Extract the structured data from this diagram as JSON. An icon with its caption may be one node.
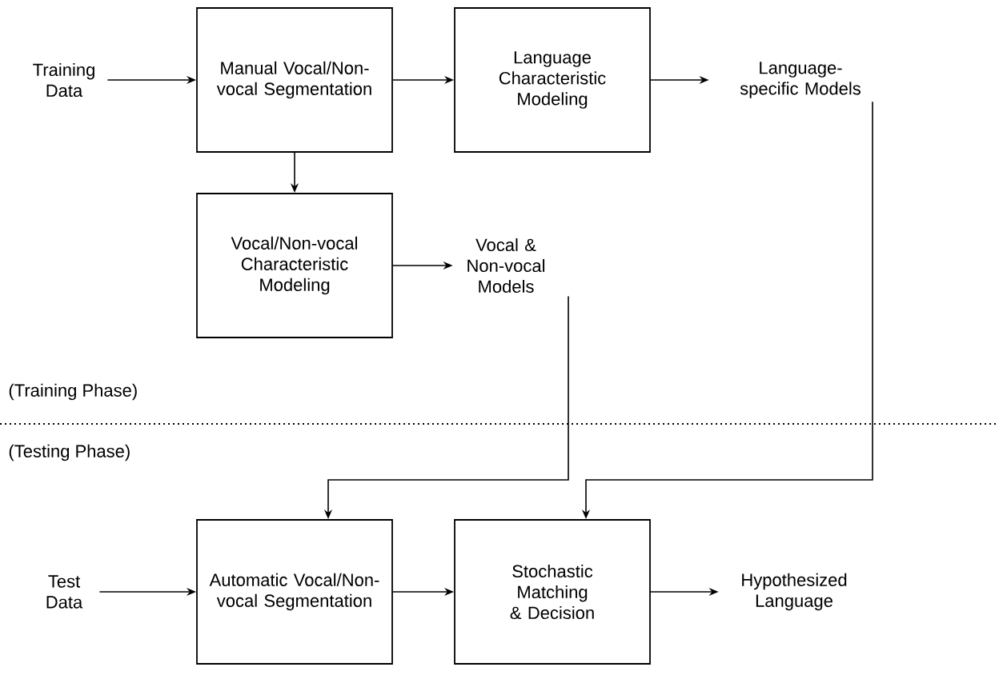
{
  "diagram": {
    "nodes": [
      {
        "text": [
          "Training Data"
        ]
      },
      {
        "text": [
          "Manual Vocal/Non-vocal Segmentation"
        ]
      },
      {
        "text": [
          "Language Characteristic Modeling"
        ]
      },
      {
        "text": [
          "Language-specific Models"
        ]
      },
      {
        "text": [
          "Vocal/Non-vocal Characteristic Modeling"
        ]
      },
      {
        "text": [
          "Vocal & Non-vocal Models"
        ]
      },
      {
        "text": [
          "Test Data"
        ]
      },
      {
        "text": [
          "Automatic Vocal/Non-vocal Segmentation"
        ]
      },
      {
        "text": [
          "Stochastic Matching & Decision"
        ]
      },
      {
        "text": [
          "Hypothesized Language"
        ]
      }
    ],
    "edges": [
      {
        "from": 0,
        "to": 1,
        "arrow": "to"
      },
      {
        "from": 1,
        "to": 2,
        "arrow": "to"
      },
      {
        "from": 2,
        "to": 3,
        "arrow": "to"
      },
      {
        "from": 1,
        "to": 4,
        "arrow": "to"
      },
      {
        "from": 4,
        "to": 5,
        "arrow": "to"
      },
      {
        "from": 5,
        "to": 7,
        "arrow": "to"
      },
      {
        "from": 3,
        "to": 8,
        "arrow": "to"
      },
      {
        "from": 6,
        "to": 7,
        "arrow": "to"
      },
      {
        "from": 7,
        "to": 8,
        "arrow": "to"
      },
      {
        "from": 8,
        "to": 9,
        "arrow": "to"
      }
    ],
    "labels": [
      "(Training Phase)",
      "(Testing Phase)"
    ]
  }
}
